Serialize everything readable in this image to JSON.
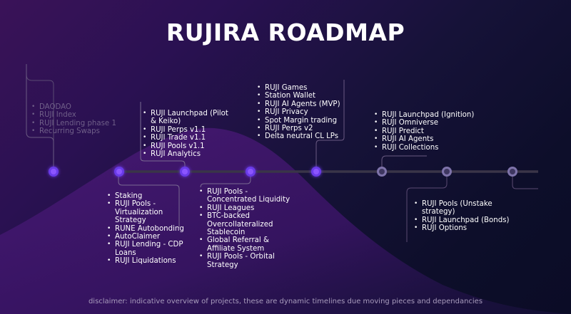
{
  "title": "RUJIRA ROADMAP",
  "colors": {
    "accent": "#7b3ff2",
    "node_active": "#6a3ae8",
    "node_future": "#7e73aa",
    "track_active": "#8a4cf5",
    "track_future": "#3a3548"
  },
  "milestones": [
    {
      "status": "completed",
      "position": "above",
      "items": [
        "DAODAO",
        "RUJI Index",
        "RUJI Lending phase 1",
        "Recurring Swaps"
      ]
    },
    {
      "status": "current",
      "position": "below",
      "items": [
        "Staking",
        "RUJI Pools - Virtualization Strategy",
        "RUNE Autobonding",
        "AutoClaimer",
        "RUJI Lending - CDP Loans",
        "RUJI Liquidations"
      ]
    },
    {
      "status": "upcoming",
      "position": "above",
      "items": [
        "RUJI Launchpad (Pilot & Keiko)",
        "RUJI Perps v1.1",
        "RUJI Trade v1.1",
        "RUJI Pools v1.1",
        "RUJI Analytics"
      ]
    },
    {
      "status": "upcoming",
      "position": "below",
      "items": [
        "RUJI Pools - Concentrated Liquidity",
        "RUJI Leagues",
        "BTC-backed Overcollateralized Stablecoin",
        "Global Referral & Affiliate System",
        "RUJI Pools - Orbital Strategy"
      ]
    },
    {
      "status": "upcoming",
      "position": "above",
      "items": [
        "RUJI Games",
        "Station Wallet",
        "RUJI AI Agents (MVP)",
        "RUJI Privacy",
        "Spot Margin trading",
        "RUJI Perps v2",
        "Delta neutral CL LPs"
      ]
    },
    {
      "status": "future",
      "position": "above",
      "items": [
        "RUJI Launchpad (Ignition)",
        "RUJI Omniverse",
        "RUJI Predict",
        "RUJI AI Agents",
        "RUJI Collections"
      ]
    },
    {
      "status": "future",
      "position": "below",
      "items": [
        "RUJI Pools (Unstake strategy)",
        "RUJI Launchpad (Bonds)",
        "RUJI Options"
      ]
    },
    {
      "status": "future",
      "position": "below",
      "items": []
    }
  ],
  "disclaimer": "disclaimer: indicative overview of projects, these are dynamic timelines due moving pieces and dependancies"
}
